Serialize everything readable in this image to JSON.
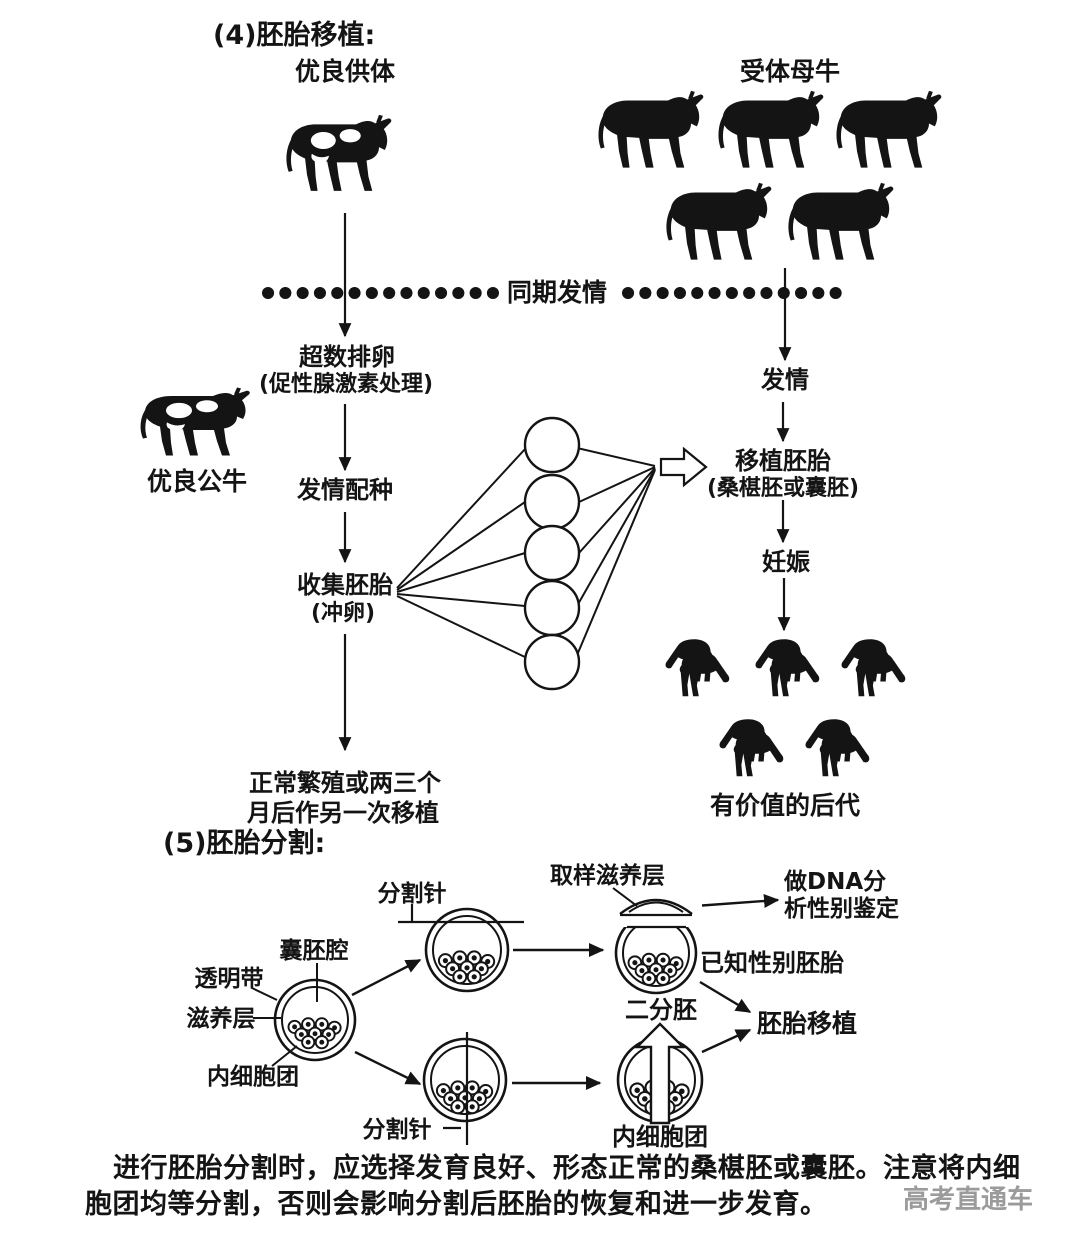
{
  "colors": {
    "ink": "#141414",
    "watermark_gray": "#9b9b9b"
  },
  "s4": {
    "title": "(4)胚胎移植:",
    "donor": "优良供体",
    "recipients": "受体母牛",
    "bull": "优良公牛",
    "sync": "同期发情",
    "superovulation": "超数排卵",
    "superovulation_note": "(促性腺激素处理)",
    "mating": "发情配种",
    "collect": "收集胚胎",
    "collect_note": "(冲卵)",
    "normal1": "正常繁殖或两三个",
    "normal2": "月后作另一次移植",
    "estrus": "发情",
    "transfer": "移植胚胎",
    "transfer_note": "(桑椹胚或囊胚)",
    "pregnancy": "妊娠",
    "offspring": "有价值的后代"
  },
  "s5": {
    "title": "(5)胚胎分割:",
    "needle_top": "分割针",
    "sample": "取样滋养层",
    "dna1": "做DNA分",
    "dna2": "析性别鉴定",
    "blastocoel": "囊胚腔",
    "zona": "透明带",
    "trophoblast": "滋养层",
    "icm": "内细胞团",
    "known_sex": "已知性别胚胎",
    "bisected": "二分胚",
    "transfer": "胚胎移植",
    "needle_bottom": "分割针",
    "icm_bottom": "内细胞团"
  },
  "footer": {
    "line1": "进行胚胎分割时，应选择发育良好、形态正常的桑椹胚或囊胚。注意将内细",
    "line2": "胞团均等分割，否则会影响分割后胚胎的恢复和进一步发育。",
    "watermark": "高考直通车"
  }
}
